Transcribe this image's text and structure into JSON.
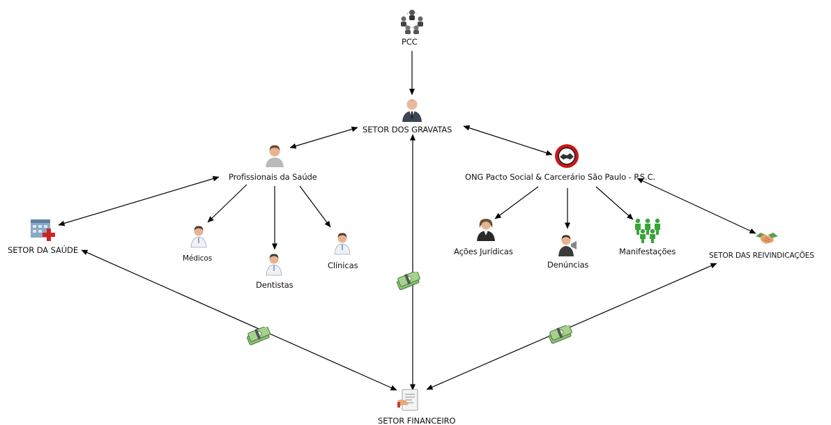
{
  "nodes": {
    "pcc": "PCC",
    "gravatas": "SETOR DOS GRAVATAS",
    "profissionais": "Profissionais da Saúde",
    "ong": "ONG  Pacto Social & Carcerário São Paulo - P.S.C.",
    "saude": "SETOR DA SAÚDE",
    "medicos": "Médicos",
    "dentistas": "Dentistas",
    "clinicas": "Clínicas",
    "acoes": "Ações Jurídicas",
    "denuncias": "Denúncias",
    "manifestacoes": "Manifestações",
    "reivindicacoes": "SETOR DAS REIVINDICAÇÕES",
    "financeiro": "SETOR FINANCEIRO"
  },
  "icons": {
    "pcc": "group-network-icon",
    "gravatas": "businessman-icon",
    "profissionais": "person-icon",
    "ong": "handshake-seal-icon",
    "saude": "hospital-icon",
    "medicos": "doctor-icon",
    "dentistas": "doctor-icon",
    "clinicas": "doctor-icon",
    "acoes": "lawyer-icon",
    "denuncias": "speaker-icon",
    "manifestacoes": "crowd-icon",
    "reivindicacoes": "handshake-icon",
    "financeiro": "payment-icon",
    "money": "money-icon"
  },
  "colors": {
    "edge": "#000000",
    "money_green": "#4d8a3c",
    "hospital_red": "#d42020",
    "crowd_green": "#3aa33a",
    "ong_red": "#c81818"
  }
}
